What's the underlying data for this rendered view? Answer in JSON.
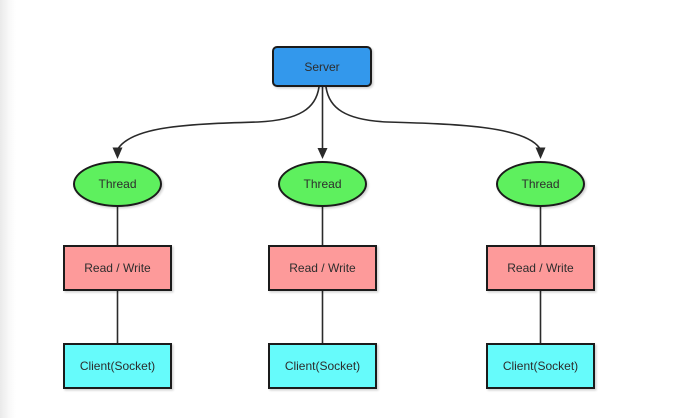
{
  "diagram": {
    "server": {
      "label": "Server"
    },
    "columns": [
      {
        "thread_label": "Thread",
        "read_write_label": "Read / Write",
        "client_label": "Client(Socket)"
      },
      {
        "thread_label": "Thread",
        "read_write_label": "Read / Write",
        "client_label": "Client(Socket)"
      },
      {
        "thread_label": "Thread",
        "read_write_label": "Read / Write",
        "client_label": "Client(Socket)"
      }
    ],
    "colors": {
      "server_fill": "#3398ec",
      "thread_fill": "#5ef05e",
      "read_write_fill": "#fd9a9a",
      "client_fill": "#66fbfb",
      "node_border": "#1b1b1b",
      "connector": "#2a2a2a",
      "canvas_bg": "#ffffff",
      "left_edge_gradient_start": "#eaeaea"
    }
  }
}
